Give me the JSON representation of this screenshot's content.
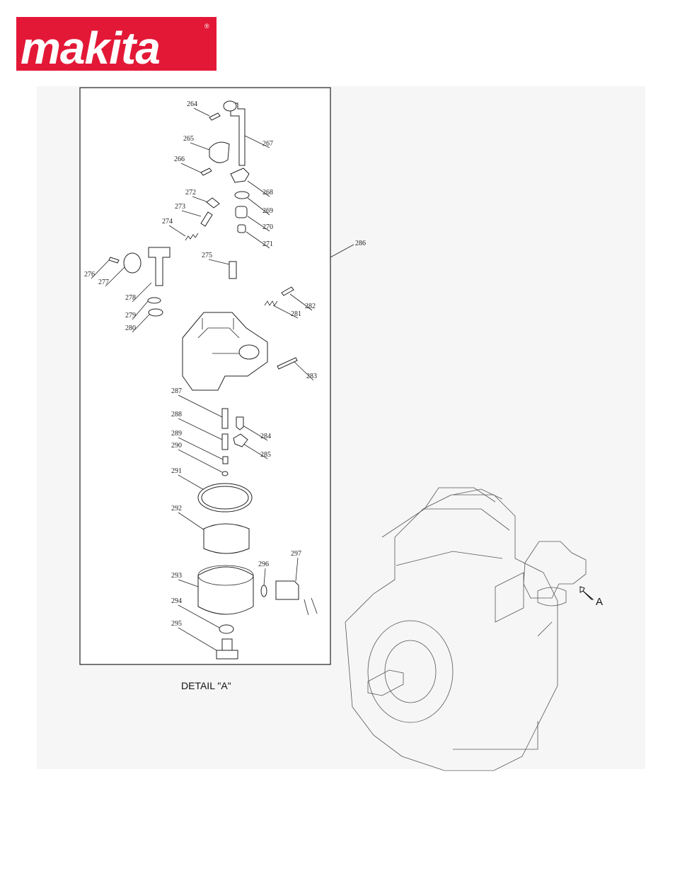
{
  "brand": {
    "logo_text": "makita",
    "registered_mark": "®",
    "color": "#e31837"
  },
  "detail": {
    "title": "DETAIL \"A\"",
    "view_letter": "A",
    "assembly_callout": "286",
    "parts": [
      "264",
      "265",
      "266",
      "267",
      "268",
      "269",
      "270",
      "271",
      "272",
      "273",
      "274",
      "275",
      "276",
      "277",
      "278",
      "279",
      "280",
      "281",
      "282",
      "283",
      "284",
      "285",
      "287",
      "288",
      "289",
      "290",
      "291",
      "292",
      "293",
      "294",
      "295",
      "296",
      "297"
    ]
  }
}
